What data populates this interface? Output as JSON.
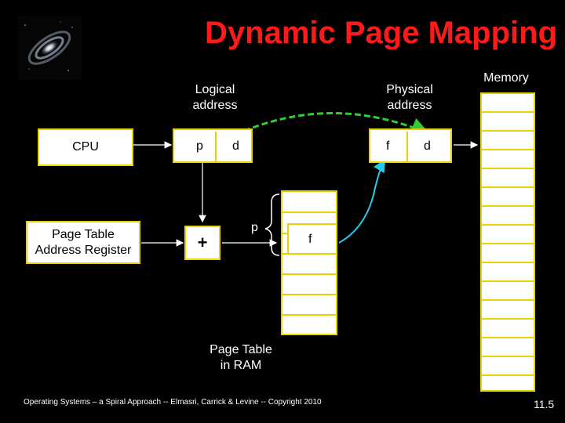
{
  "title": "Dynamic Page Mapping",
  "labels": {
    "logical_address": "Logical\naddress",
    "physical_address": "Physical\naddress",
    "memory": "Memory",
    "cpu": "CPU",
    "ptar": "Page Table\nAddress Register",
    "page_table_in_ram": "Page Table\nin RAM"
  },
  "cells": {
    "logical_p": "p",
    "logical_d": "d",
    "physical_f": "f",
    "physical_d": "d",
    "adder": "+",
    "brace_p": "p",
    "brace_f": "f"
  },
  "footer": "Operating Systems – a Spiral Approach -- Elmasri, Carrick & Levine -- Copyright 2010",
  "slide_number": "11.5",
  "colors": {
    "title": "#ff1a1a",
    "box_border": "#e8d300",
    "arrow_dashed": "#33cc33",
    "arrow_mapping": "#22ccee"
  }
}
